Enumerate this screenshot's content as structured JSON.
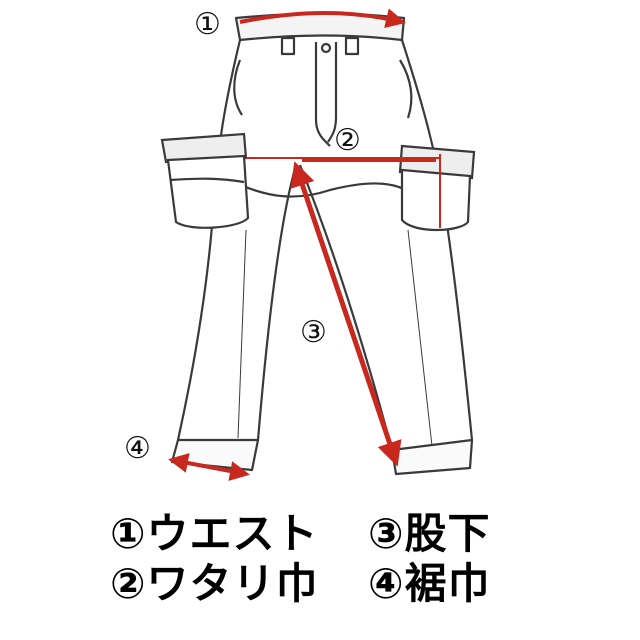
{
  "diagram": {
    "markers": [
      "①",
      "②",
      "③",
      "④"
    ],
    "colors": {
      "line": "#3a3a3a",
      "measure": "#c8281e"
    }
  },
  "legend": [
    {
      "label": "①ウエスト"
    },
    {
      "label": "②ワタリ巾"
    },
    {
      "label": "③股下"
    },
    {
      "label": "④裾巾"
    }
  ]
}
